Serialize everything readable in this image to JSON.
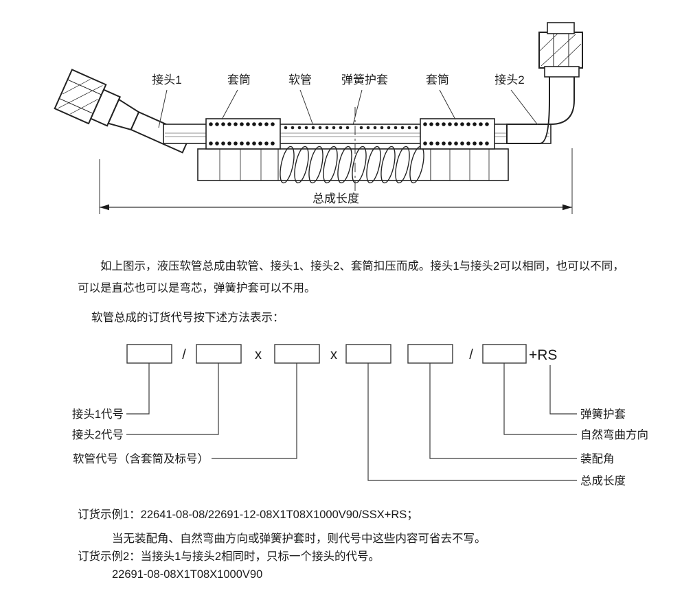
{
  "page": {
    "ink_color": "#1c1c1c",
    "line_color": "#222222",
    "background": "#ffffff"
  },
  "diagram": {
    "part_labels": [
      "接头1",
      "套筒",
      "软管",
      "弹簧护套",
      "套筒",
      "接头2"
    ],
    "dimension_label": "总成长度"
  },
  "description": {
    "para1_line1": "如上图示，液压软管总成由软管、接头1、接头2、套筒扣压而成。接头1与接头2可以相同，也可以不同，",
    "para1_line2": "可以是直芯也可以是弯芯，弹簧护套可以不用。",
    "para2": "软管总成的订货代号按下述方法表示："
  },
  "code_diagram": {
    "separators": [
      "/",
      "x",
      "x",
      "/",
      "+RS"
    ],
    "left_labels": [
      "接头1代号",
      "接头2代号",
      "软管代号（含套筒及标号）"
    ],
    "right_labels": [
      "弹簧护套",
      "自然弯曲方向",
      "装配角",
      "总成长度"
    ]
  },
  "examples": {
    "example1_label": "订货示例1：22641-08-08/22691-12-08X1T08X1000V90/SSX+RS；",
    "example1_note": "当无装配角、自然弯曲方向或弹簧护套时，则代号中这些内容可省去不写。",
    "example2_label": "订货示例2：当接头1与接头2相同时，只标一个接头的代号。",
    "example2_code": "22691-08-08X1T08X1000V90"
  }
}
